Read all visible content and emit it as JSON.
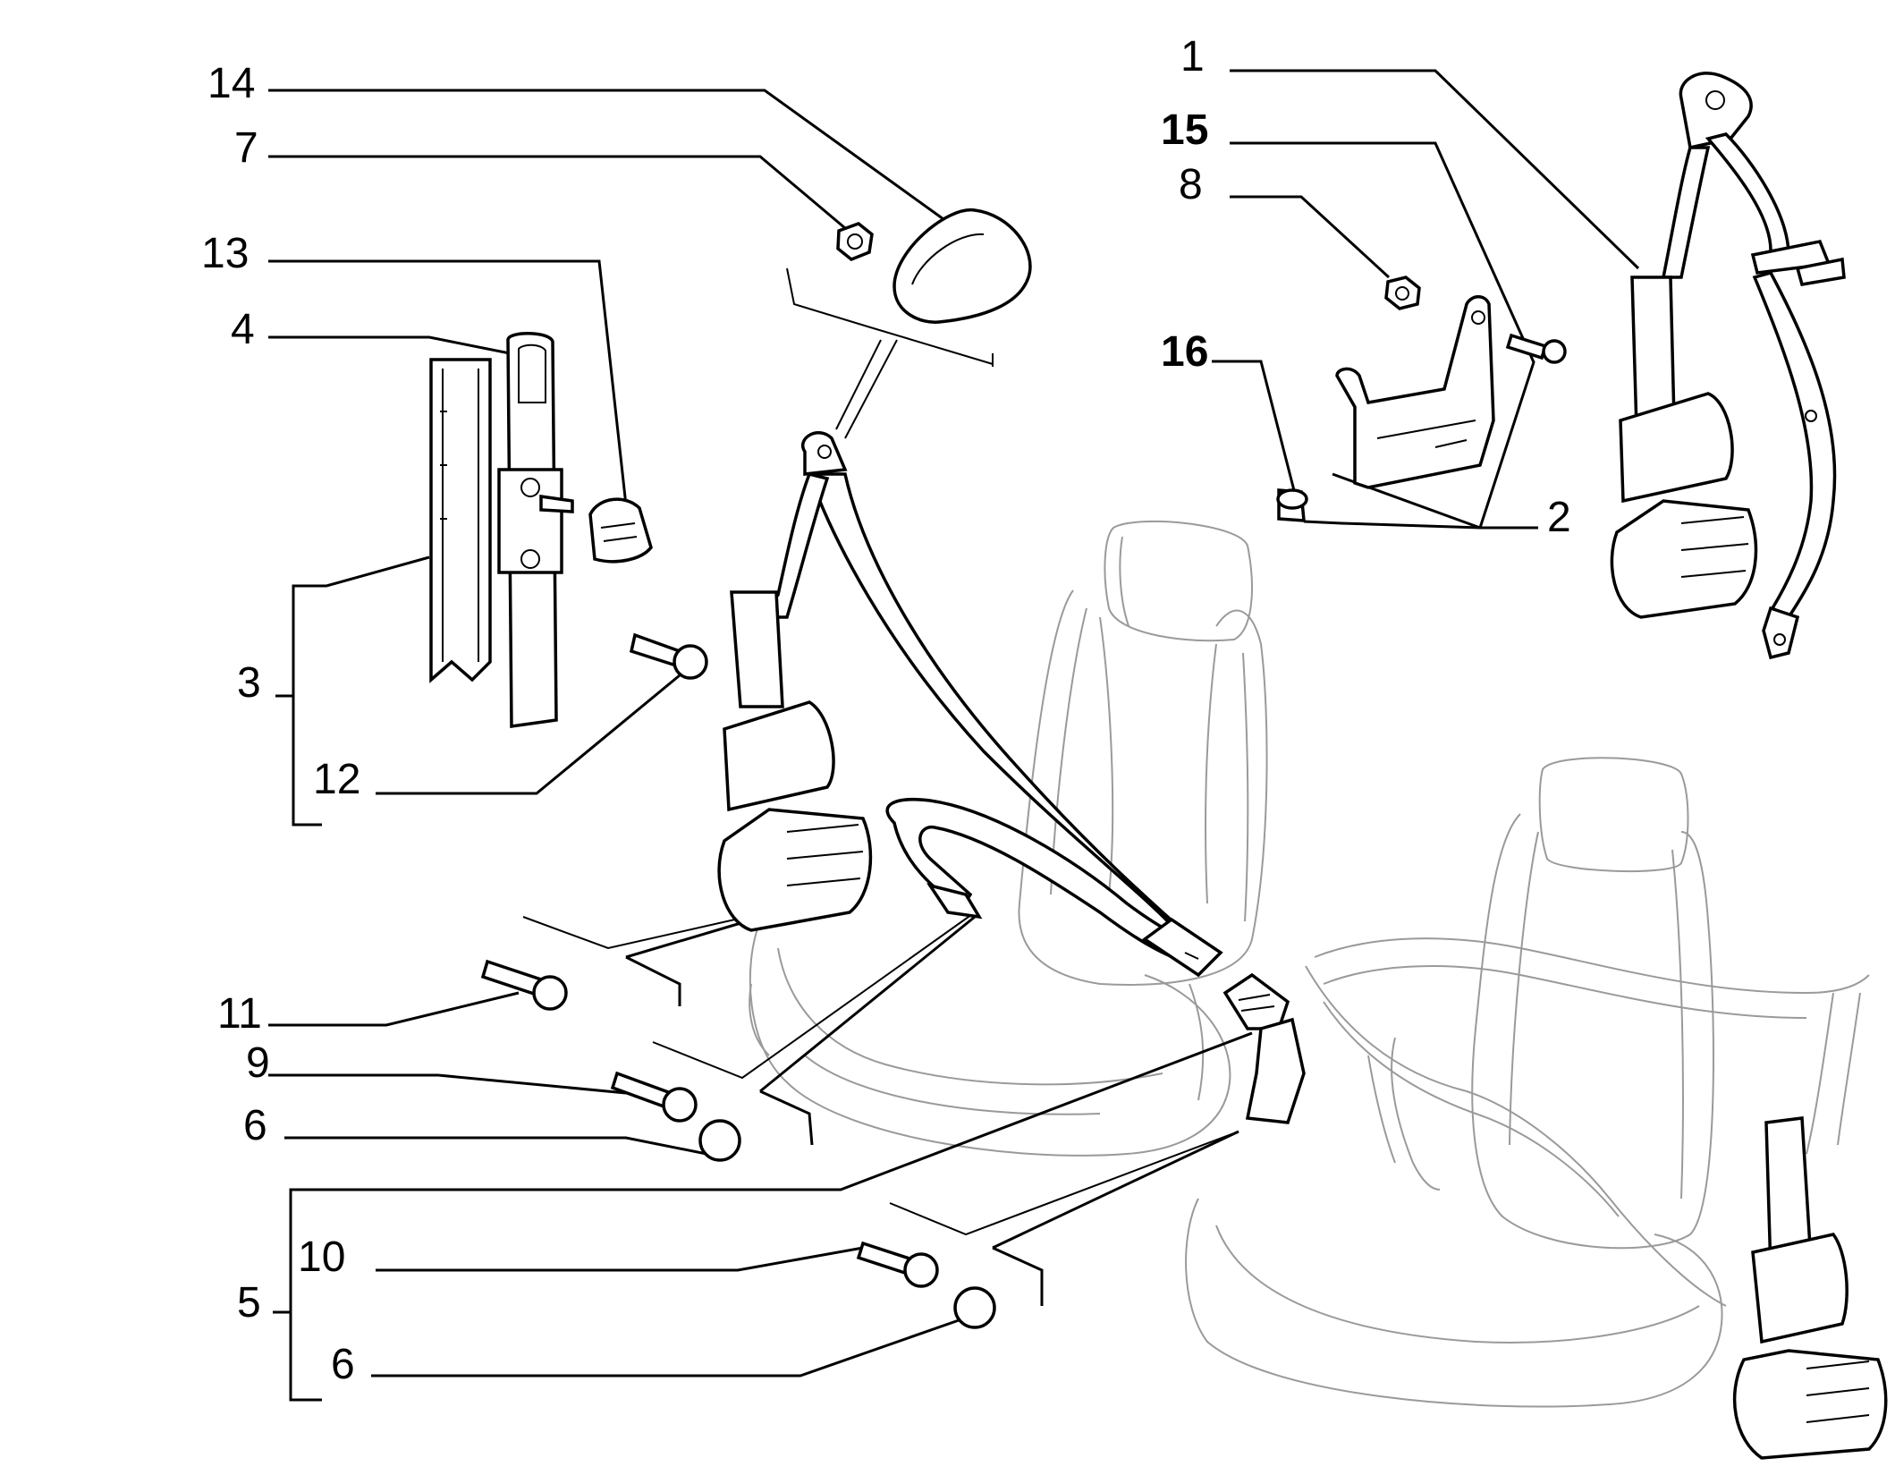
{
  "diagram": {
    "callouts": [
      "14",
      "7",
      "13",
      "4",
      "3",
      "12",
      "11",
      "9",
      "6",
      "5",
      "10",
      "6",
      "1",
      "15",
      "8",
      "16",
      "2"
    ]
  }
}
